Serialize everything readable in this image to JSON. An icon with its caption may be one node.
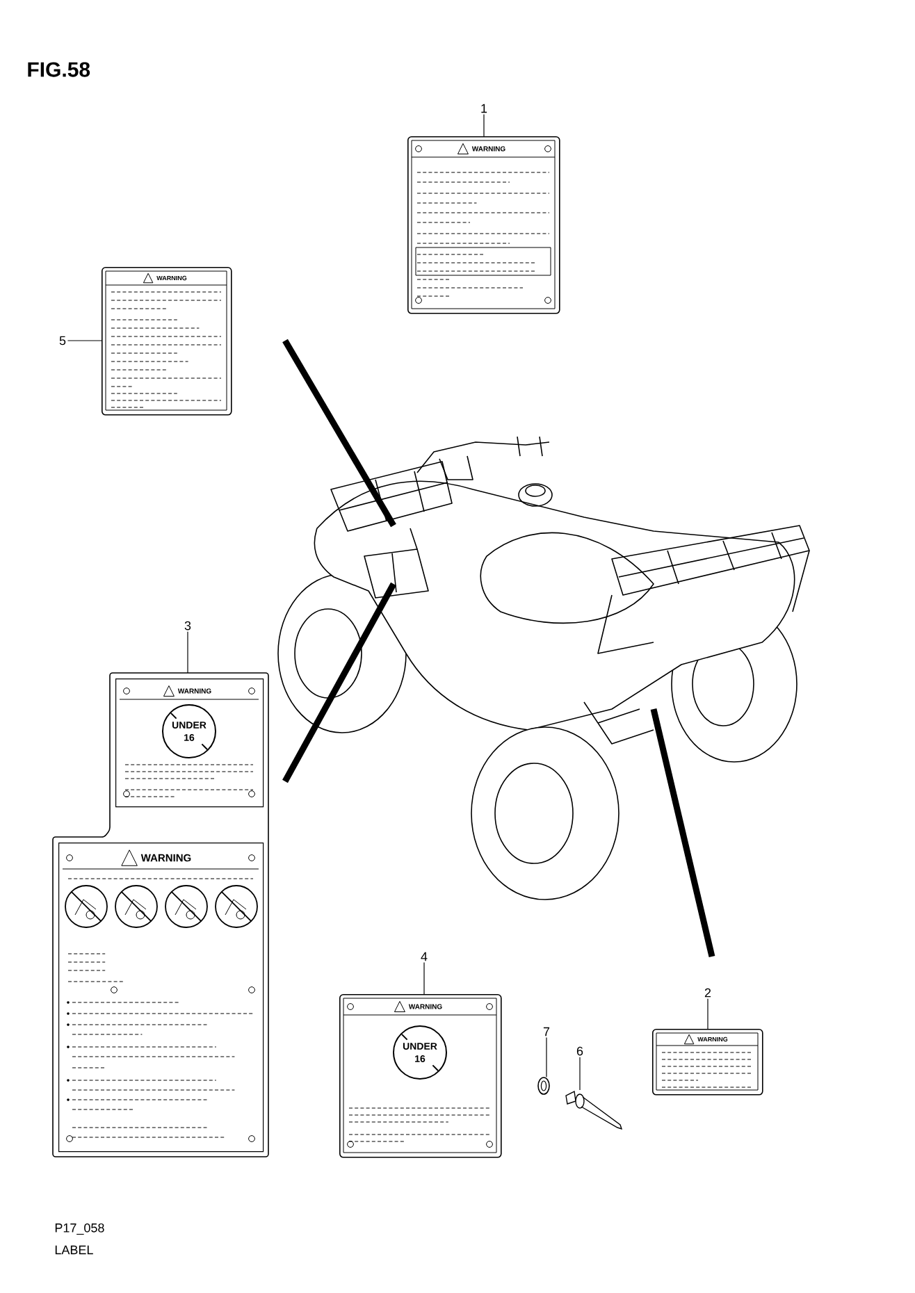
{
  "diagram": {
    "title": "FIG.58",
    "nodes": [
      {
        "text": [
          "1"
        ]
      },
      {
        "text": [
          "WARNING"
        ]
      },
      {
        "text": [
          "5"
        ]
      },
      {
        "text": [
          "WARNING"
        ]
      },
      {
        "text": [
          "3"
        ]
      },
      {
        "text": [],
        "shape": "box"
      },
      {
        "text": [
          "WARNING",
          "UNDER 16"
        ],
        "in": 5
      },
      {
        "text": [
          "WARNING"
        ],
        "in": 5
      },
      {
        "text": [
          "4"
        ]
      },
      {
        "text": [
          "WARNING",
          "UNDER 16"
        ]
      },
      {
        "text": [
          "7"
        ]
      },
      {
        "text": [],
        "shape": "picture"
      },
      {
        "text": [
          "6"
        ]
      },
      {
        "text": [],
        "shape": "picture"
      },
      {
        "text": [
          "2"
        ]
      },
      {
        "text": [
          "WARNING"
        ]
      },
      {
        "text": [],
        "shape": "picture"
      }
    ],
    "edges": [
      {
        "from": 0,
        "to": 1,
        "arrow": "none"
      },
      {
        "from": 2,
        "to": 3,
        "arrow": "none"
      },
      {
        "from": 4,
        "to": 5,
        "arrow": "none"
      },
      {
        "from": 8,
        "to": 9,
        "arrow": "none"
      },
      {
        "from": 10,
        "to": 11,
        "arrow": "none"
      },
      {
        "from": 12,
        "to": 13,
        "arrow": "none"
      },
      {
        "from": 14,
        "to": 15,
        "arrow": "none"
      },
      {
        "from": null,
        "to": 16,
        "arrow": "none",
        "style": "thick"
      },
      {
        "from": null,
        "to": 16,
        "arrow": "none",
        "style": "thick"
      },
      {
        "from": null,
        "to": 16,
        "arrow": "none",
        "style": "thick"
      }
    ],
    "labels": [
      "P17_058",
      "LABEL"
    ]
  }
}
